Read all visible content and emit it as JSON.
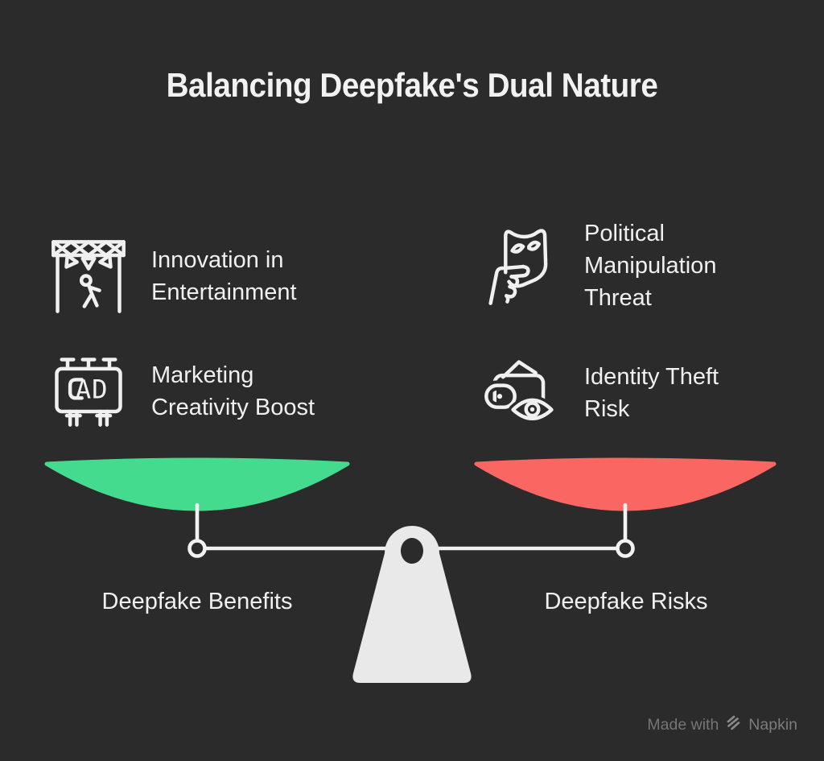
{
  "title": "Balancing Deepfake's Dual Nature",
  "left": {
    "label": "Deepfake Benefits",
    "items": [
      {
        "icon": "stage-performer-icon",
        "lines": [
          "Innovation in",
          "Entertainment"
        ]
      },
      {
        "icon": "ad-billboard-icon",
        "icon_text": "AD",
        "lines": [
          "Marketing",
          "Creativity Boost"
        ]
      }
    ]
  },
  "right": {
    "label": "Deepfake Risks",
    "items": [
      {
        "icon": "mask-hand-icon",
        "lines": [
          "Political",
          "Manipulation",
          "Threat"
        ]
      },
      {
        "icon": "wallet-eye-icon",
        "lines": [
          "Identity Theft",
          "Risk"
        ]
      }
    ]
  },
  "scale": {
    "left_pan_color": "#45db8e",
    "right_pan_color": "#fa6661",
    "frame_color": "#f2f2f2",
    "fulcrum_color": "#e9e9e9"
  },
  "background_color": "#2b2b2b",
  "watermark": {
    "prefix": "Made with",
    "brand": "Napkin"
  }
}
